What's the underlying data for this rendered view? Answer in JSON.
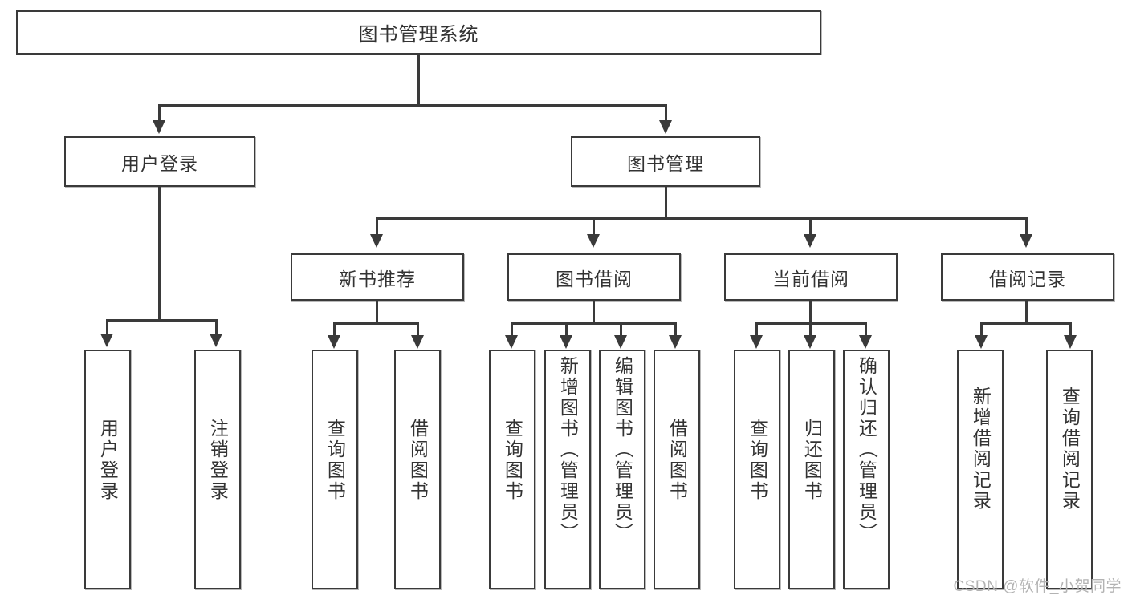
{
  "diagram": {
    "type": "tree-hierarchy-flowchart",
    "title": "图书管理系统",
    "watermark": "CSDN @软件_小贺同学",
    "colors": {
      "box_border": "#3a3a3a",
      "box_fill": "#ffffff",
      "connector": "#3a3a3a",
      "text": "#333333",
      "watermark": "#b3b3b3"
    },
    "levels": {
      "level1": [
        {
          "id": "root",
          "label": "图书管理系统"
        }
      ],
      "level2": [
        {
          "id": "user-login",
          "label": "用户登录"
        },
        {
          "id": "book-manage",
          "label": "图书管理"
        }
      ],
      "level3": [
        {
          "id": "new-book-recommend",
          "label": "新书推荐",
          "parent": "book-manage"
        },
        {
          "id": "book-borrow",
          "label": "图书借阅",
          "parent": "book-manage"
        },
        {
          "id": "current-borrow",
          "label": "当前借阅",
          "parent": "book-manage"
        },
        {
          "id": "borrow-record",
          "label": "借阅记录",
          "parent": "book-manage"
        }
      ],
      "level4": [
        {
          "id": "leaf-user-login",
          "label": "用户登录",
          "parent": "user-login"
        },
        {
          "id": "leaf-user-logout",
          "label": "注销登录",
          "parent": "user-login"
        },
        {
          "id": "leaf-query-book-1",
          "label": "查询图书",
          "parent": "new-book-recommend"
        },
        {
          "id": "leaf-borrow-book-1",
          "label": "借阅图书",
          "parent": "new-book-recommend"
        },
        {
          "id": "leaf-query-book-2",
          "label": "查询图书",
          "parent": "book-borrow"
        },
        {
          "id": "leaf-add-book",
          "label": "新增图书（管理员）",
          "parent": "book-borrow"
        },
        {
          "id": "leaf-edit-book",
          "label": "编辑图书（管理员）",
          "parent": "book-borrow"
        },
        {
          "id": "leaf-borrow-book-2",
          "label": "借阅图书",
          "parent": "book-borrow"
        },
        {
          "id": "leaf-query-book-3",
          "label": "查询图书",
          "parent": "current-borrow"
        },
        {
          "id": "leaf-return-book",
          "label": "归还图书",
          "parent": "current-borrow"
        },
        {
          "id": "leaf-confirm-return",
          "label": "确认归还（管理员）",
          "parent": "current-borrow"
        },
        {
          "id": "leaf-add-record",
          "label": "新增借阅记录",
          "parent": "borrow-record"
        },
        {
          "id": "leaf-query-record",
          "label": "查询借阅记录",
          "parent": "borrow-record"
        }
      ]
    }
  }
}
